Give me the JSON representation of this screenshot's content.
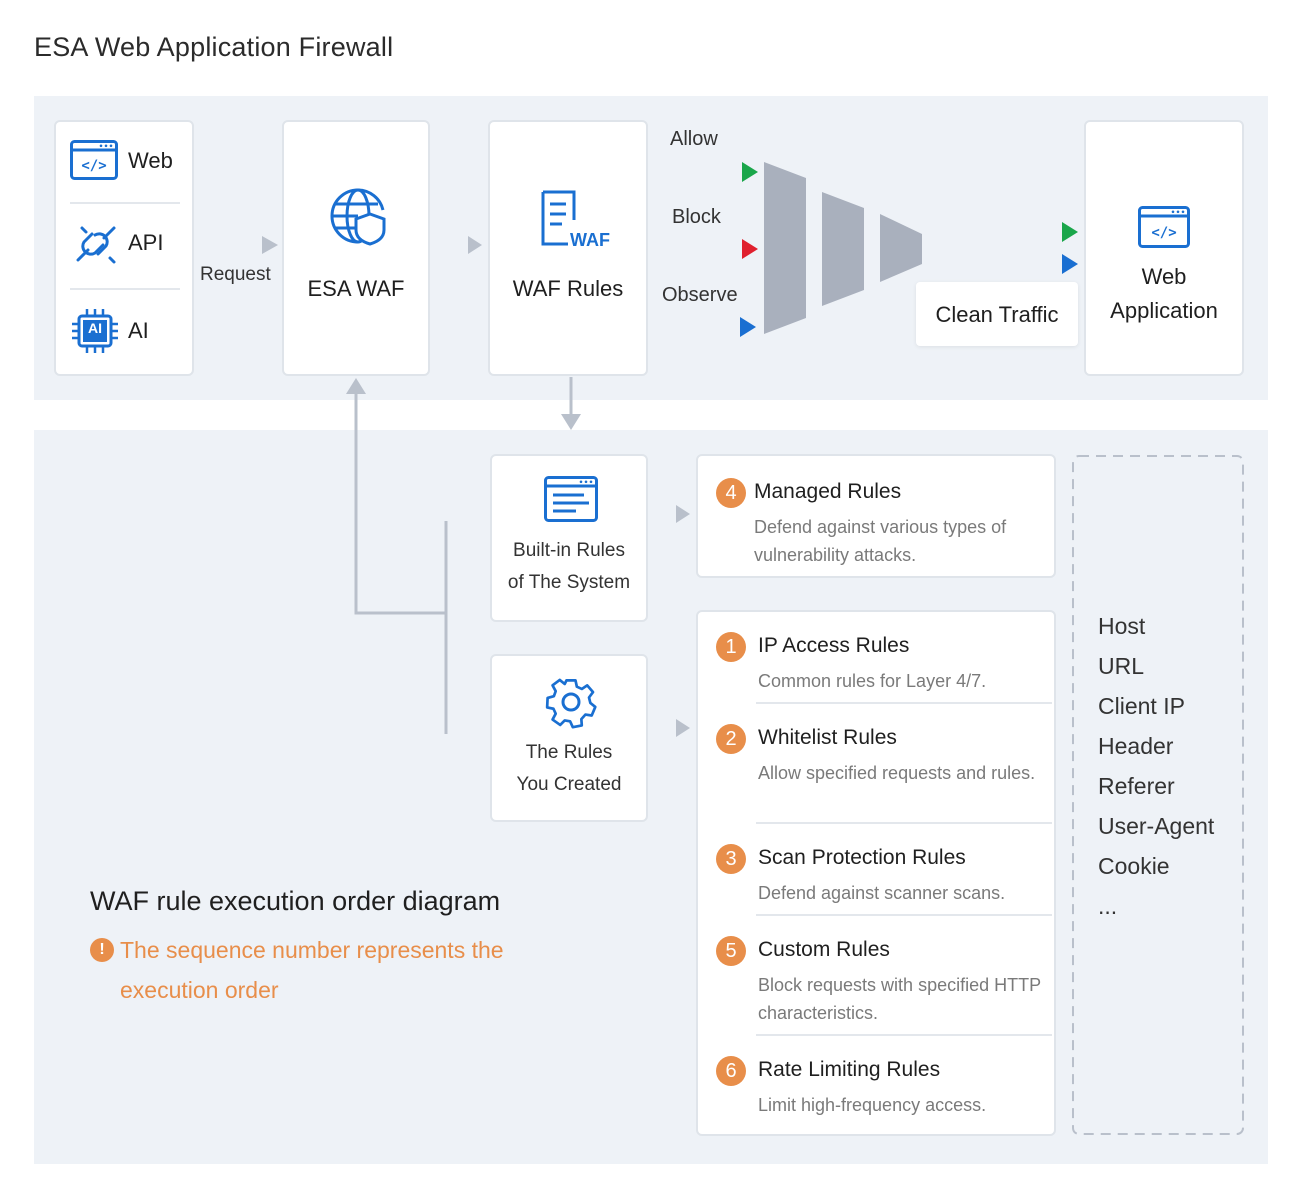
{
  "title": "ESA Web Application Firewall",
  "sources": {
    "web": "Web",
    "api": "API",
    "ai": "AI"
  },
  "request_label": "Request",
  "esa_waf": "ESA WAF",
  "waf_rules": "WAF Rules",
  "waf_icon_text": "WAF",
  "ai_icon_text": "AI",
  "actions": {
    "allow": "Allow",
    "block": "Block",
    "observe": "Observe"
  },
  "clean_traffic": "Clean Traffic",
  "web_app": {
    "line1": "Web",
    "line2": "Application"
  },
  "builtin": {
    "line1": "Built-in Rules",
    "line2": "of The System"
  },
  "created": {
    "line1": "The Rules",
    "line2": "You Created"
  },
  "managed": {
    "num": "4",
    "title": "Managed Rules",
    "desc": "Defend against various types of vulnerability attacks."
  },
  "rules": [
    {
      "num": "1",
      "title": "IP Access Rules",
      "desc": "Common rules for Layer 4/7."
    },
    {
      "num": "2",
      "title": "Whitelist Rules",
      "desc": "Allow specified requests and rules."
    },
    {
      "num": "3",
      "title": "Scan Protection Rules",
      "desc": "Defend against scanner scans."
    },
    {
      "num": "5",
      "title": "Custom Rules",
      "desc": "Block requests with specified HTTP characteristics."
    },
    {
      "num": "6",
      "title": "Rate Limiting Rules",
      "desc": "Limit high-frequency access."
    }
  ],
  "fields": [
    "Host",
    "URL",
    "Client IP",
    "Header",
    "Referer",
    "User-Agent",
    "Cookie",
    "..."
  ],
  "note": {
    "heading": "WAF rule execution order diagram",
    "icon": "!",
    "text": "The sequence number represents the execution order"
  },
  "colors": {
    "blue": "#1a6fd1",
    "green": "#1aa64a",
    "red": "#e0202e",
    "orange": "#e88e4a",
    "funnel": "#a9b0bd"
  }
}
